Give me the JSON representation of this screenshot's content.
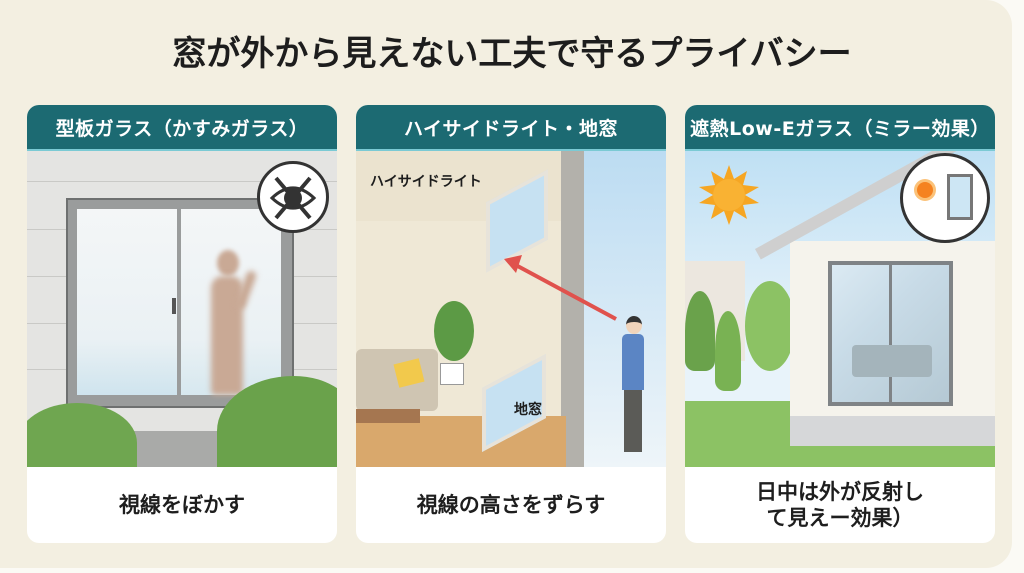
{
  "title": "窓が外から見えない工夫で守るプライバシー",
  "cards": [
    {
      "header": "型板ガラス（かすみガラス）",
      "caption": "視線をぼかす",
      "icons": [
        "eye-slash-icon"
      ],
      "colors": {
        "wall": "#e6e6e4",
        "glass": "#e9f0f3",
        "silhouette": "#c9a995",
        "bush": "#6fa650"
      }
    },
    {
      "header": "ハイサイドライト・地窓",
      "caption": "視線の高さをずらす",
      "labels": {
        "high_side_light": "ハイサイドライト",
        "floor_window": "地窓"
      },
      "colors": {
        "wall": "#efe8d6",
        "sky": "#cfe6f5",
        "arrow": "#e0524d",
        "floor": "#d9a86c",
        "person_shirt": "#5b85c4"
      }
    },
    {
      "header": "遮熱Low-Eガラス（ミラー効果）",
      "caption": "日中は外が反射して見えー効果）",
      "caption_lines": [
        "日中は外が反射し",
        "て見えー効果）"
      ],
      "icons": [
        "sun-icon",
        "sun-window-badge-icon"
      ],
      "colors": {
        "sky": "#bfe0f4",
        "sun": "#f6a623",
        "wall": "#f5f3ec",
        "grass": "#8cc264"
      }
    }
  ],
  "colors": {
    "header_bg": "#1c6a72",
    "page_bg": "#f3efe1"
  }
}
